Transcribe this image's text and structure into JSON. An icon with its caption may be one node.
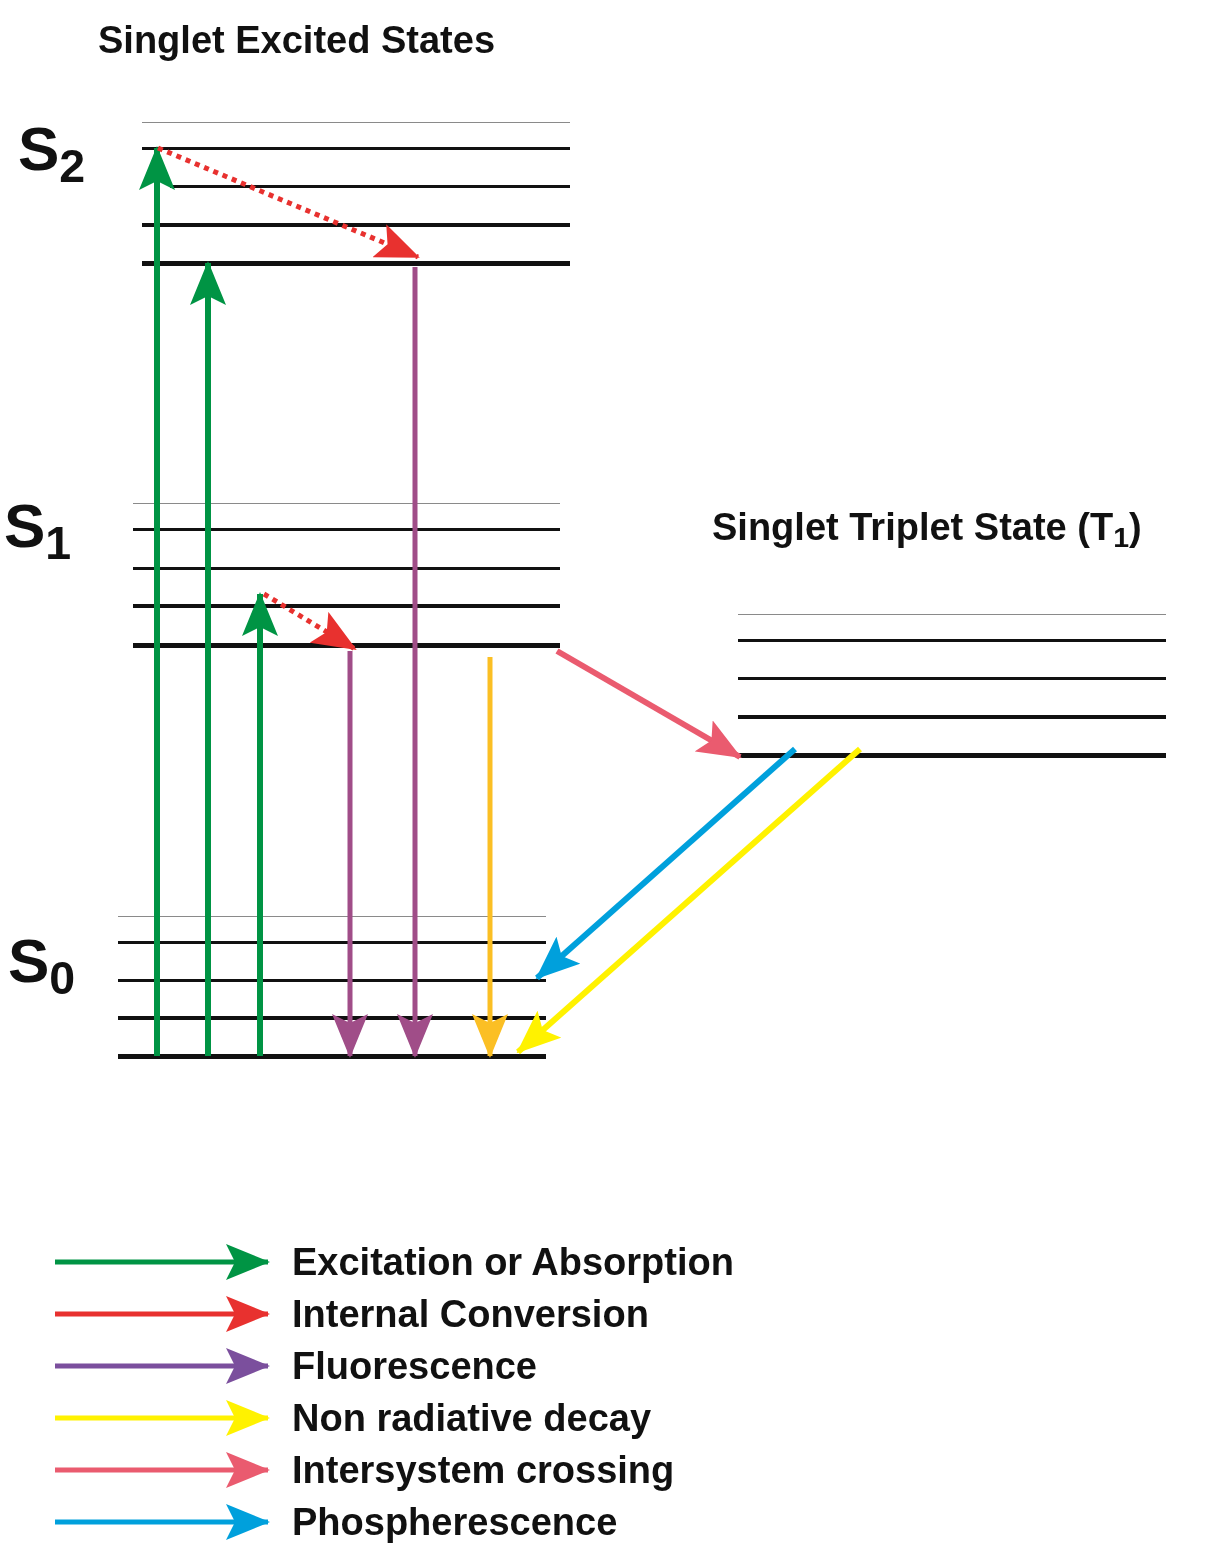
{
  "diagram": {
    "title": "Singlet Excited States",
    "nodes": [
      {
        "text": [
          "S$_{2}$"
        ]
      },
      {
        "text": [],
        "shape": "bar",
        "in": 0
      },
      {
        "text": [],
        "shape": "bar",
        "in": 0
      },
      {
        "text": [],
        "shape": "bar",
        "in": 0
      },
      {
        "text": [],
        "shape": "bar",
        "in": 0
      },
      {
        "text": [],
        "shape": "bar",
        "in": 0
      },
      {
        "text": [
          "S$_{1}$"
        ]
      },
      {
        "text": [],
        "shape": "bar",
        "in": 6
      },
      {
        "text": [],
        "shape": "bar",
        "in": 6
      },
      {
        "text": [],
        "shape": "bar",
        "in": 6
      },
      {
        "text": [],
        "shape": "bar",
        "in": 6
      },
      {
        "text": [],
        "shape": "bar",
        "in": 6
      },
      {
        "text": [
          "S$_{0}$"
        ]
      },
      {
        "text": [],
        "shape": "bar",
        "in": 12
      },
      {
        "text": [],
        "shape": "bar",
        "in": 12
      },
      {
        "text": [],
        "shape": "bar",
        "in": 12
      },
      {
        "text": [],
        "shape": "bar",
        "in": 12
      },
      {
        "text": [],
        "shape": "bar",
        "in": 12
      },
      {
        "text": [
          "Singlet Triplet State (T$_{1}$)"
        ]
      },
      {
        "text": [],
        "shape": "bar",
        "in": 18
      },
      {
        "text": [],
        "shape": "bar",
        "in": 18
      },
      {
        "text": [],
        "shape": "bar",
        "in": 18
      },
      {
        "text": [],
        "shape": "bar",
        "in": 18
      },
      {
        "text": [],
        "shape": "bar",
        "in": 18
      }
    ],
    "edges": [
      {
        "from": 17,
        "to": 2,
        "arrow": "to",
        "color": "#009444"
      },
      {
        "from": 17,
        "to": 5,
        "arrow": "to",
        "color": "#009444"
      },
      {
        "from": 17,
        "to": 10,
        "arrow": "to",
        "color": "#009444"
      },
      {
        "from": 2,
        "to": 5,
        "arrow": "to",
        "style": "dashed",
        "color": "#e8312f"
      },
      {
        "from": 10,
        "to": 11,
        "arrow": "to",
        "style": "dashed",
        "color": "#e8312f"
      },
      {
        "from": 11,
        "to": 17,
        "arrow": "to",
        "color": "#a04d88"
      },
      {
        "from": 5,
        "to": 17,
        "arrow": "to",
        "color": "#a04d88"
      },
      {
        "from": 11,
        "to": 17,
        "arrow": "to",
        "color": "#fbbf24"
      },
      {
        "from": 11,
        "to": 23,
        "arrow": "to",
        "color": "#ea5b6f"
      },
      {
        "from": 23,
        "to": 15,
        "arrow": "to",
        "color": "#00a0dc"
      },
      {
        "from": 23,
        "to": 17,
        "arrow": "to",
        "color": "#fff200"
      }
    ],
    "legend": [
      {
        "text": "Excitation or Absorption",
        "color": "#009444"
      },
      {
        "text": "Internal Conversion",
        "color": "#e8312f"
      },
      {
        "text": "Fluorescence",
        "color": "#7b4f9d"
      },
      {
        "text": "Non radiative decay",
        "color": "#fff200"
      },
      {
        "text": "Intersystem crossing",
        "color": "#ea5b6f"
      },
      {
        "text": "Phospherescence",
        "color": "#00a0dc"
      }
    ]
  }
}
